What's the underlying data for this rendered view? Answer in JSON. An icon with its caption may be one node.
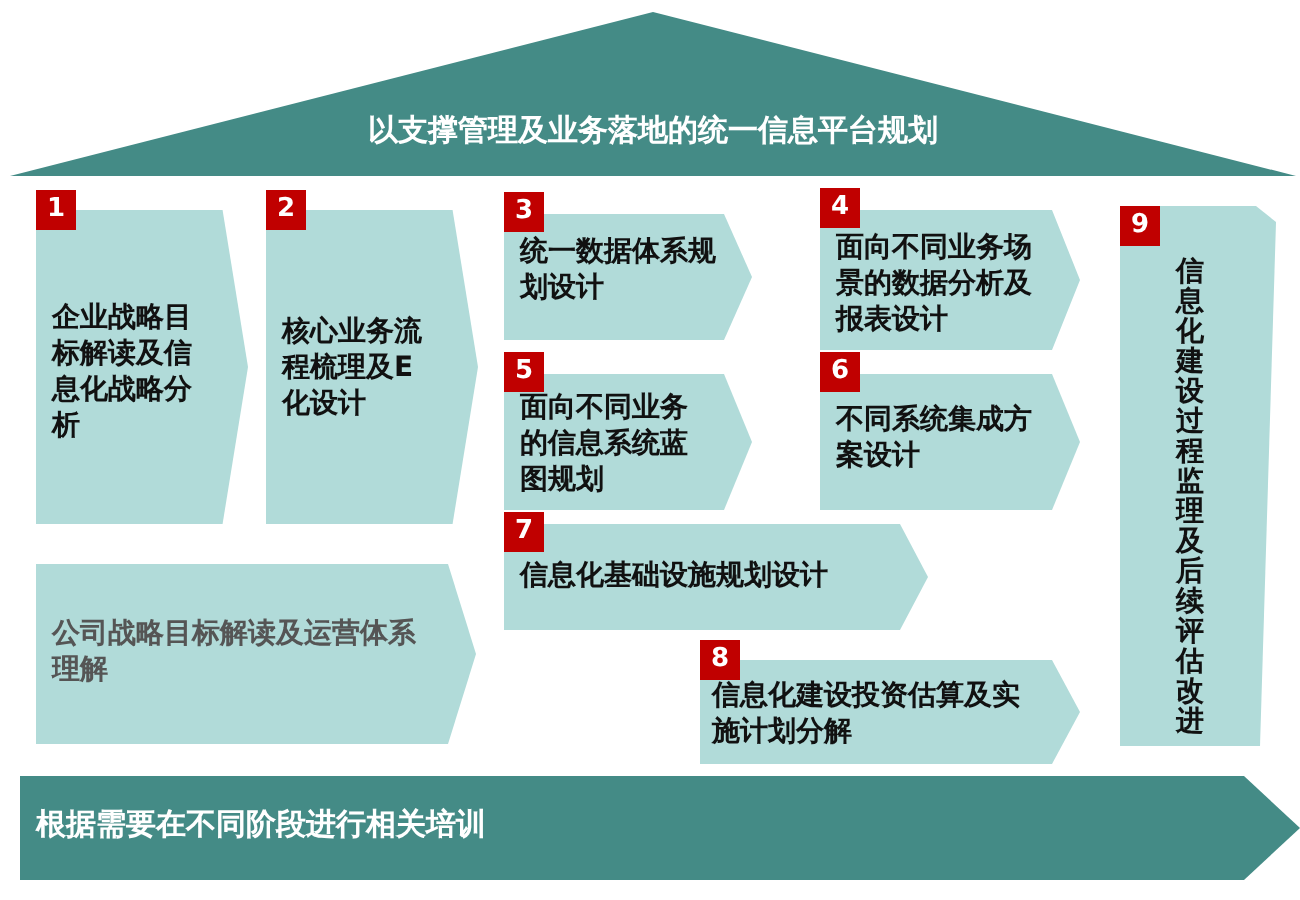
{
  "diagram": {
    "nodes": [
      {
        "text": [
          "以支撑管理及业务落地的统一信息平台规划"
        ]
      },
      {
        "text": [
          "1",
          "企业战略目标解读及信息化战略分析"
        ]
      },
      {
        "text": [
          "2",
          "核心业务流程梳理及E化设计"
        ]
      },
      {
        "text": [
          "3",
          "统一数据体系规划设计"
        ]
      },
      {
        "text": [
          "4",
          "面向不同业务场景的数据分析及报表设计"
        ]
      },
      {
        "text": [
          "5",
          "面向不同业务的信息系统蓝图规划"
        ]
      },
      {
        "text": [
          "6",
          "不同系统集成方案设计"
        ]
      },
      {
        "text": [
          "7",
          "信息化基础设施规划设计"
        ]
      },
      {
        "text": [
          "8",
          "信息化建设投资估算及实施计划分解"
        ]
      },
      {
        "text": [
          "9",
          "信息化建设过程监理及后续评估改进"
        ]
      },
      {
        "text": [
          "公司战略目标解读及运营体系理解"
        ]
      },
      {
        "text": [
          "根据需要在不同阶段进行相关培训"
        ]
      }
    ]
  }
}
